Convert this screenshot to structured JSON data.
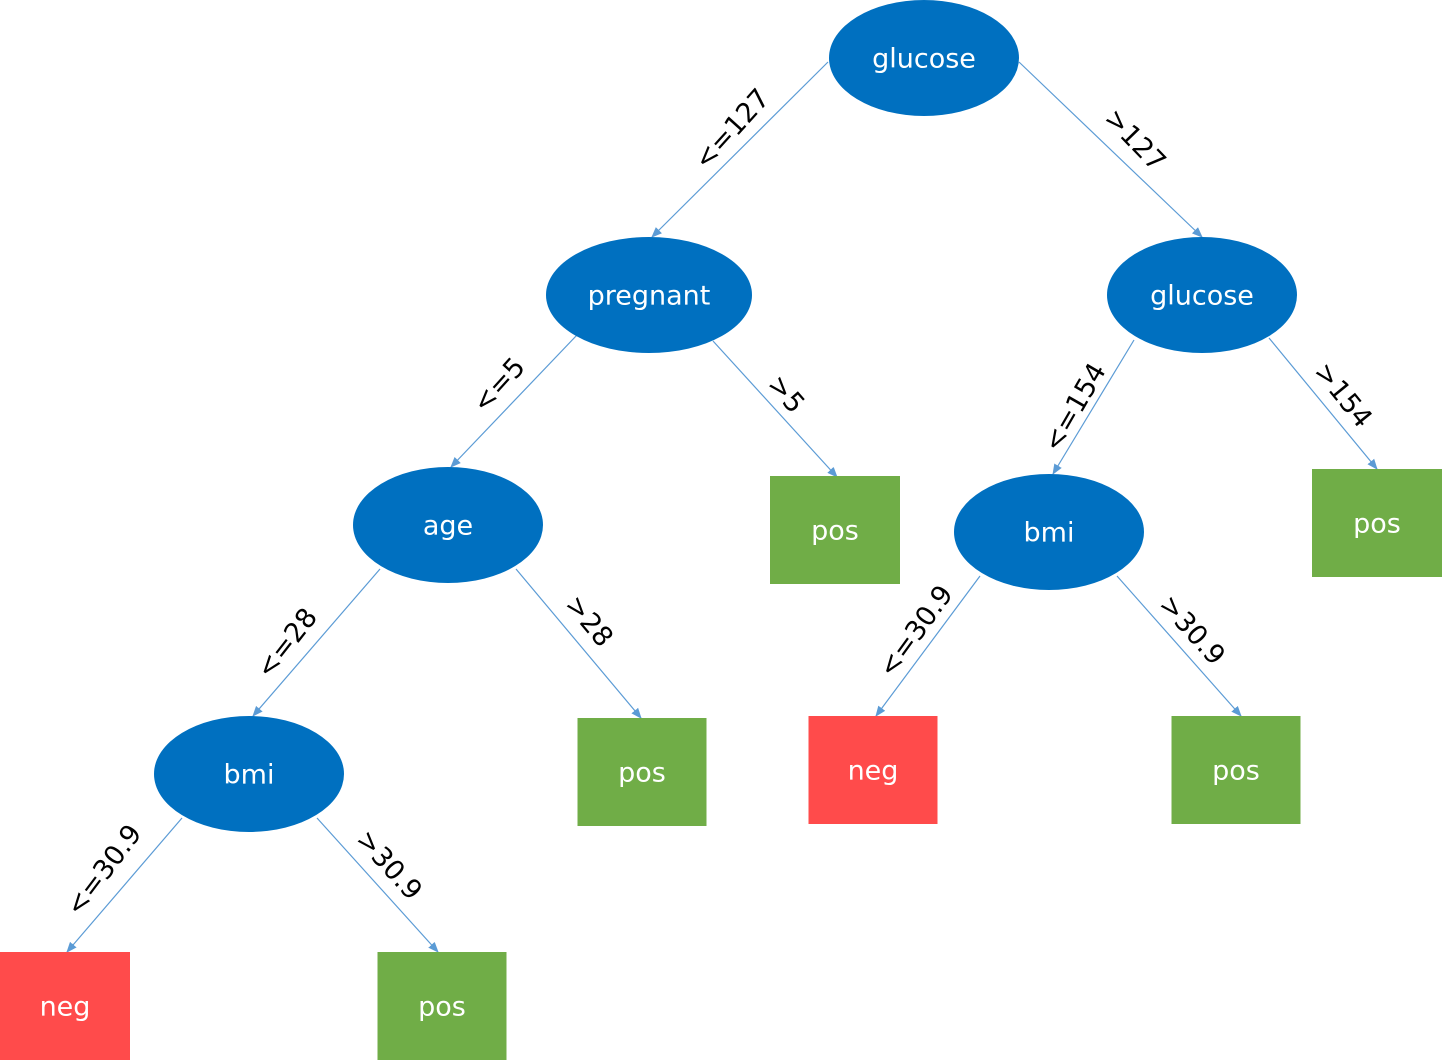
{
  "colors": {
    "decision_node": "#0070c0",
    "edge": "#5b9bd5",
    "leaf_pos": "#70ad47",
    "leaf_neg": "#ff4b4b",
    "node_text": "#ffffff",
    "edge_text": "#000000"
  },
  "nodes": [
    {
      "id": "n1",
      "kind": "decision",
      "label": "glucose"
    },
    {
      "id": "n2",
      "kind": "decision",
      "label": "pregnant"
    },
    {
      "id": "n3",
      "kind": "decision",
      "label": "glucose"
    },
    {
      "id": "n4",
      "kind": "decision",
      "label": "age"
    },
    {
      "id": "n5",
      "kind": "leaf",
      "label": "pos"
    },
    {
      "id": "n6",
      "kind": "decision",
      "label": "bmi"
    },
    {
      "id": "n7",
      "kind": "leaf",
      "label": "pos"
    },
    {
      "id": "n8",
      "kind": "decision",
      "label": "bmi"
    },
    {
      "id": "n9",
      "kind": "leaf",
      "label": "pos"
    },
    {
      "id": "n10",
      "kind": "leaf",
      "label": "neg"
    },
    {
      "id": "n11",
      "kind": "leaf",
      "label": "pos"
    },
    {
      "id": "n12",
      "kind": "leaf",
      "label": "neg"
    },
    {
      "id": "n13",
      "kind": "leaf",
      "label": "pos"
    }
  ],
  "edges": [
    {
      "from": "n1",
      "to": "n2",
      "label": "<=127"
    },
    {
      "from": "n1",
      "to": "n3",
      "label": ">127"
    },
    {
      "from": "n2",
      "to": "n4",
      "label": "<=5"
    },
    {
      "from": "n2",
      "to": "n5",
      "label": ">5"
    },
    {
      "from": "n3",
      "to": "n6",
      "label": "<=154"
    },
    {
      "from": "n3",
      "to": "n7",
      "label": ">154"
    },
    {
      "from": "n4",
      "to": "n8",
      "label": "<=28"
    },
    {
      "from": "n4",
      "to": "n9",
      "label": ">28"
    },
    {
      "from": "n6",
      "to": "n10",
      "label": "<=30.9"
    },
    {
      "from": "n6",
      "to": "n11",
      "label": ">30.9"
    },
    {
      "from": "n8",
      "to": "n12",
      "label": "<=30.9"
    },
    {
      "from": "n8",
      "to": "n13",
      "label": ">30.9"
    }
  ]
}
